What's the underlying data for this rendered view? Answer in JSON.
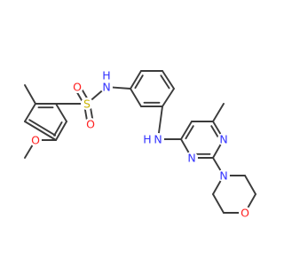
{
  "colors": {
    "background": "#ffffff",
    "bond": "#3b3b3b",
    "nitrogen": "#3333ff",
    "oxygen": "#ff1f1f",
    "sulfur": "#c9b200"
  },
  "labels": {
    "sulfur": "S",
    "sulfonyl_oxygen_top": "O",
    "sulfonyl_oxygen_bottom": "O",
    "methoxy_oxygen": "O",
    "sulfonamide_nh": "N",
    "sulfonamide_h": "H",
    "amine_nh": "N",
    "amine_h": "H",
    "pyrimidine_n_top": "N",
    "pyrimidine_n_bottom": "N",
    "morpholine_n": "N",
    "morpholine_o": "O"
  },
  "structure": {
    "name": "",
    "formula": ""
  }
}
